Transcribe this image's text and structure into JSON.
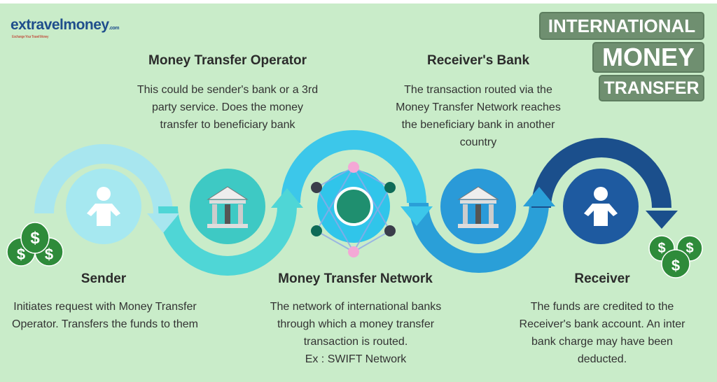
{
  "logo": {
    "text": "extravelmoney",
    "suffix": ".com",
    "tagline": "Exchange Your Travel Money"
  },
  "title": {
    "line1": "INTERNATIONAL",
    "line2": "MONEY",
    "line3": "TRANSFER"
  },
  "steps": [
    {
      "title": "Sender",
      "desc": "Initiates request with Money Transfer Operator. Transfers the funds to them",
      "icon": "person-icon",
      "color": "#a6e8f0"
    },
    {
      "title": "Money Transfer Operator",
      "desc": "This could be sender's bank or a 3rd party service. Does the money transfer to beneficiary bank",
      "icon": "bank-icon",
      "color": "#3ec9c4"
    },
    {
      "title": "Money Transfer Network",
      "desc": "The network of international banks through which a money transfer transaction is routed.",
      "extra": "Ex : SWIFT Network",
      "icon": "globe-network-icon",
      "color": "#30c5ea"
    },
    {
      "title": "Receiver's Bank",
      "desc": "The transaction routed via the Money Transfer Network reaches the beneficiary bank in another country",
      "icon": "bank-icon",
      "color": "#2a9ad8"
    },
    {
      "title": "Receiver",
      "desc": "The funds are credited to the Receiver's bank account. An inter bank charge may have been deducted.",
      "icon": "person-icon",
      "color": "#1e5aa0"
    }
  ],
  "colors": {
    "background": "#c9ecc9",
    "money": "#2e8b3a",
    "title_badge": "#6f8f70"
  }
}
